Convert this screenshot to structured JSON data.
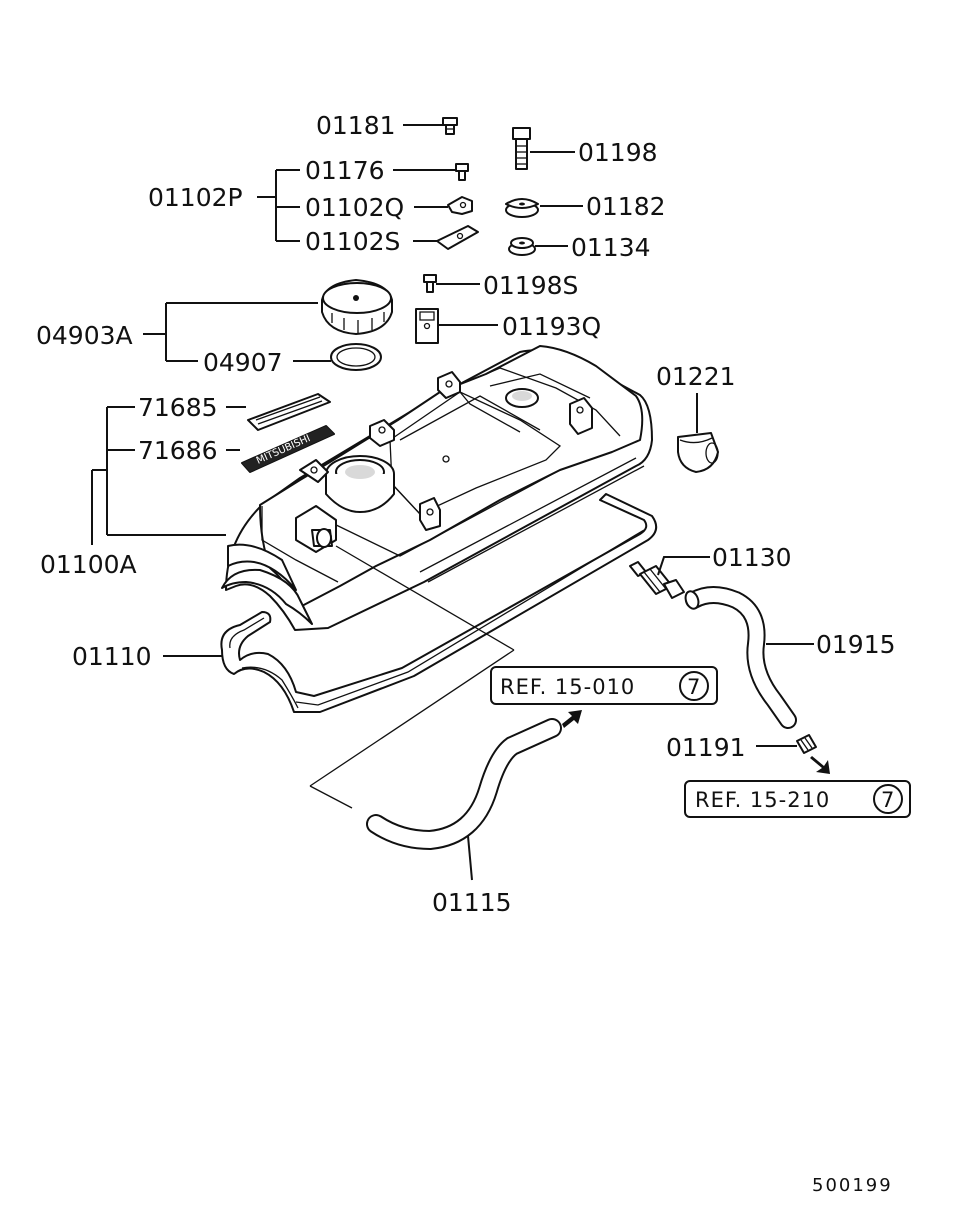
{
  "diagram_code": "500199",
  "callouts": {
    "c01181": "01181",
    "c01198": "01198",
    "c01176": "01176",
    "c01102P": "01102P",
    "c01102Q": "01102Q",
    "c01182": "01182",
    "c01102S": "01102S",
    "c01134": "01134",
    "c01198S": "01198S",
    "c04903A": "04903A",
    "c01193Q": "01193Q",
    "c04907": "04907",
    "c01221": "01221",
    "c71685": "71685",
    "c71686": "71686",
    "c01100A": "01100A",
    "c01130": "01130",
    "c01110": "01110",
    "c01915": "01915",
    "c01191": "01191",
    "c01115": "01115"
  },
  "references": {
    "ref1": {
      "text": "REF. 15-010",
      "num": "7"
    },
    "ref2": {
      "text": "REF. 15-210",
      "num": "7"
    }
  },
  "emblem_text": "MITSUBISHI"
}
